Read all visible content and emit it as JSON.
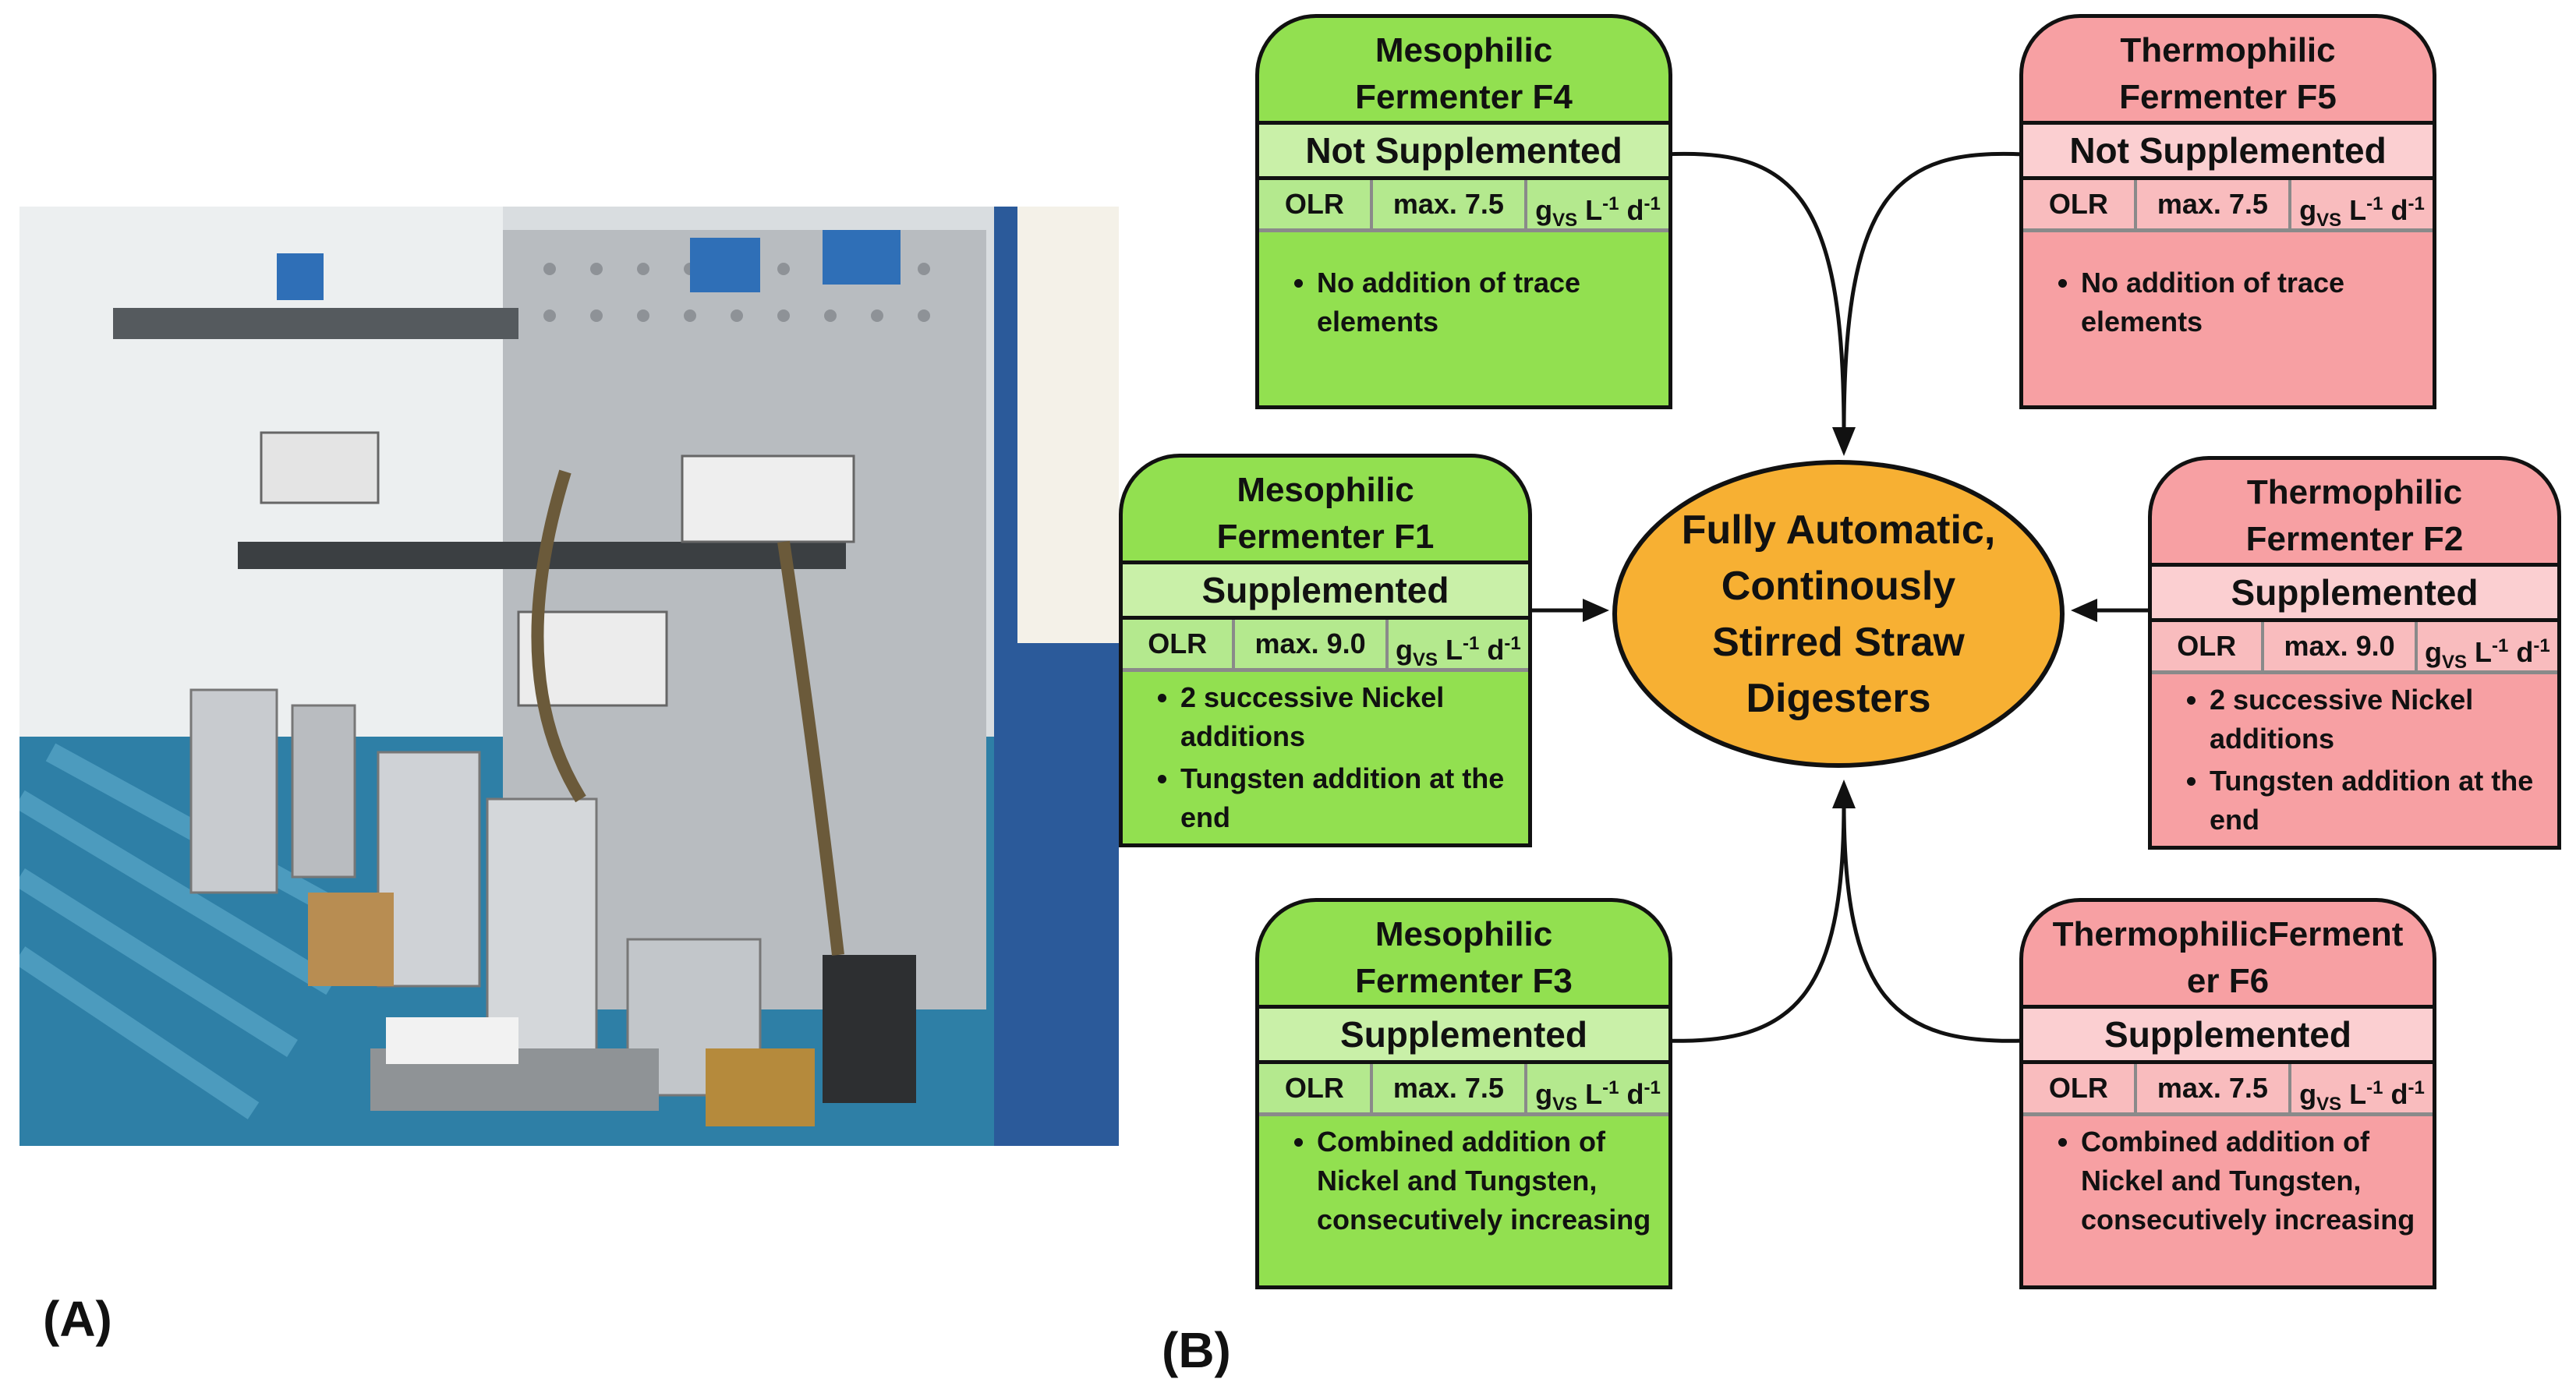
{
  "labels": {
    "a": "(A)",
    "b": "(B)"
  },
  "center": {
    "text": "Fully Automatic, Continously Stirred Straw Digesters"
  },
  "olr_label": "OLR",
  "olr_unit_prefix": "g",
  "olr_unit_sub": "VS",
  "olr_unit_suffix": " L",
  "olr_unit_exp1": "-1",
  "olr_unit_d": " d",
  "olr_unit_exp2": "-1",
  "cards": {
    "f4": {
      "title1": "Mesophilic",
      "title2": "Fermenter F4",
      "supplement": "Not Supplemented",
      "olr_max": "max. 7.5",
      "bullets": [
        "No addition of trace elements"
      ]
    },
    "f5": {
      "title1": "Thermophilic",
      "title2": "Fermenter F5",
      "supplement": "Not Supplemented",
      "olr_max": "max. 7.5",
      "bullets": [
        "No addition of trace elements"
      ]
    },
    "f1": {
      "title1": "Mesophilic",
      "title2": "Fermenter F1",
      "supplement": "Supplemented",
      "olr_max": "max. 9.0",
      "bullets": [
        "2 successive Nickel additions",
        "Tungsten addition at the end"
      ]
    },
    "f2": {
      "title1": "Thermophilic",
      "title2": "Fermenter F2",
      "supplement": "Supplemented",
      "olr_max": "max. 9.0",
      "bullets": [
        "2 successive Nickel additions",
        "Tungsten addition at the end"
      ]
    },
    "f3": {
      "title1": "Mesophilic",
      "title2": "Fermenter F3",
      "supplement": "Supplemented",
      "olr_max": "max. 7.5",
      "bullets": [
        "Combined addition of Nickel and Tungsten, consecutively increasing"
      ]
    },
    "f6": {
      "title1": "ThermophilicFerment",
      "title2": "er F6",
      "supplement": "Supplemented",
      "olr_max": "max. 7.5",
      "bullets": [
        "Combined addition of Nickel and Tungsten, consecutively increasing"
      ]
    }
  },
  "colors": {
    "green": "#92e050",
    "pink": "#f7a0a3",
    "center": "#f7b033"
  }
}
